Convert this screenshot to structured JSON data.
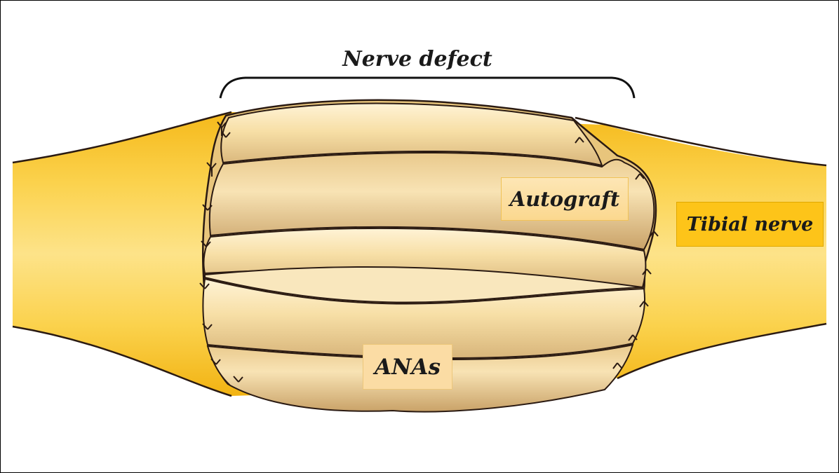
{
  "labels": {
    "nerve_defect": "Nerve defect",
    "autograft": "Autograft",
    "tibial_nerve": "Tibial nerve",
    "anas": "ANAs"
  },
  "colors": {
    "nerve": "#fbc62a",
    "graft": "#f6deaa",
    "outline": "#3a1f1a",
    "tibial_label_bg": "#fdc419"
  }
}
